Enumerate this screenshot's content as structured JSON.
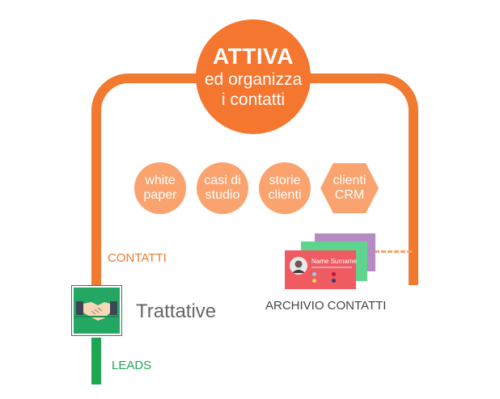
{
  "header": {
    "title": "ATTIVA",
    "subtitle_line1": "ed organizza",
    "subtitle_line2": "i contatti"
  },
  "bubbles": [
    {
      "line1": "white",
      "line2": "paper"
    },
    {
      "line1": "casi di",
      "line2": "studio"
    },
    {
      "line1": "storie",
      "line2": "clienti"
    },
    {
      "line1": "clienti",
      "line2": "CRM"
    }
  ],
  "labels": {
    "contatti": "CONTATTI",
    "trattative": "Trattative",
    "archivio": "ARCHIVIO CONTATTI",
    "leads": "LEADS"
  },
  "card": {
    "name": "Name Surname"
  },
  "icons": {
    "handshake": "handshake-icon",
    "avatar": "avatar-icon"
  },
  "colors": {
    "orange": "#f07a2f",
    "peach": "#fba36e",
    "green": "#1fa653",
    "card_red": "#ef5b61",
    "card_green": "#5ed48e",
    "card_purple": "#b48bc2"
  }
}
